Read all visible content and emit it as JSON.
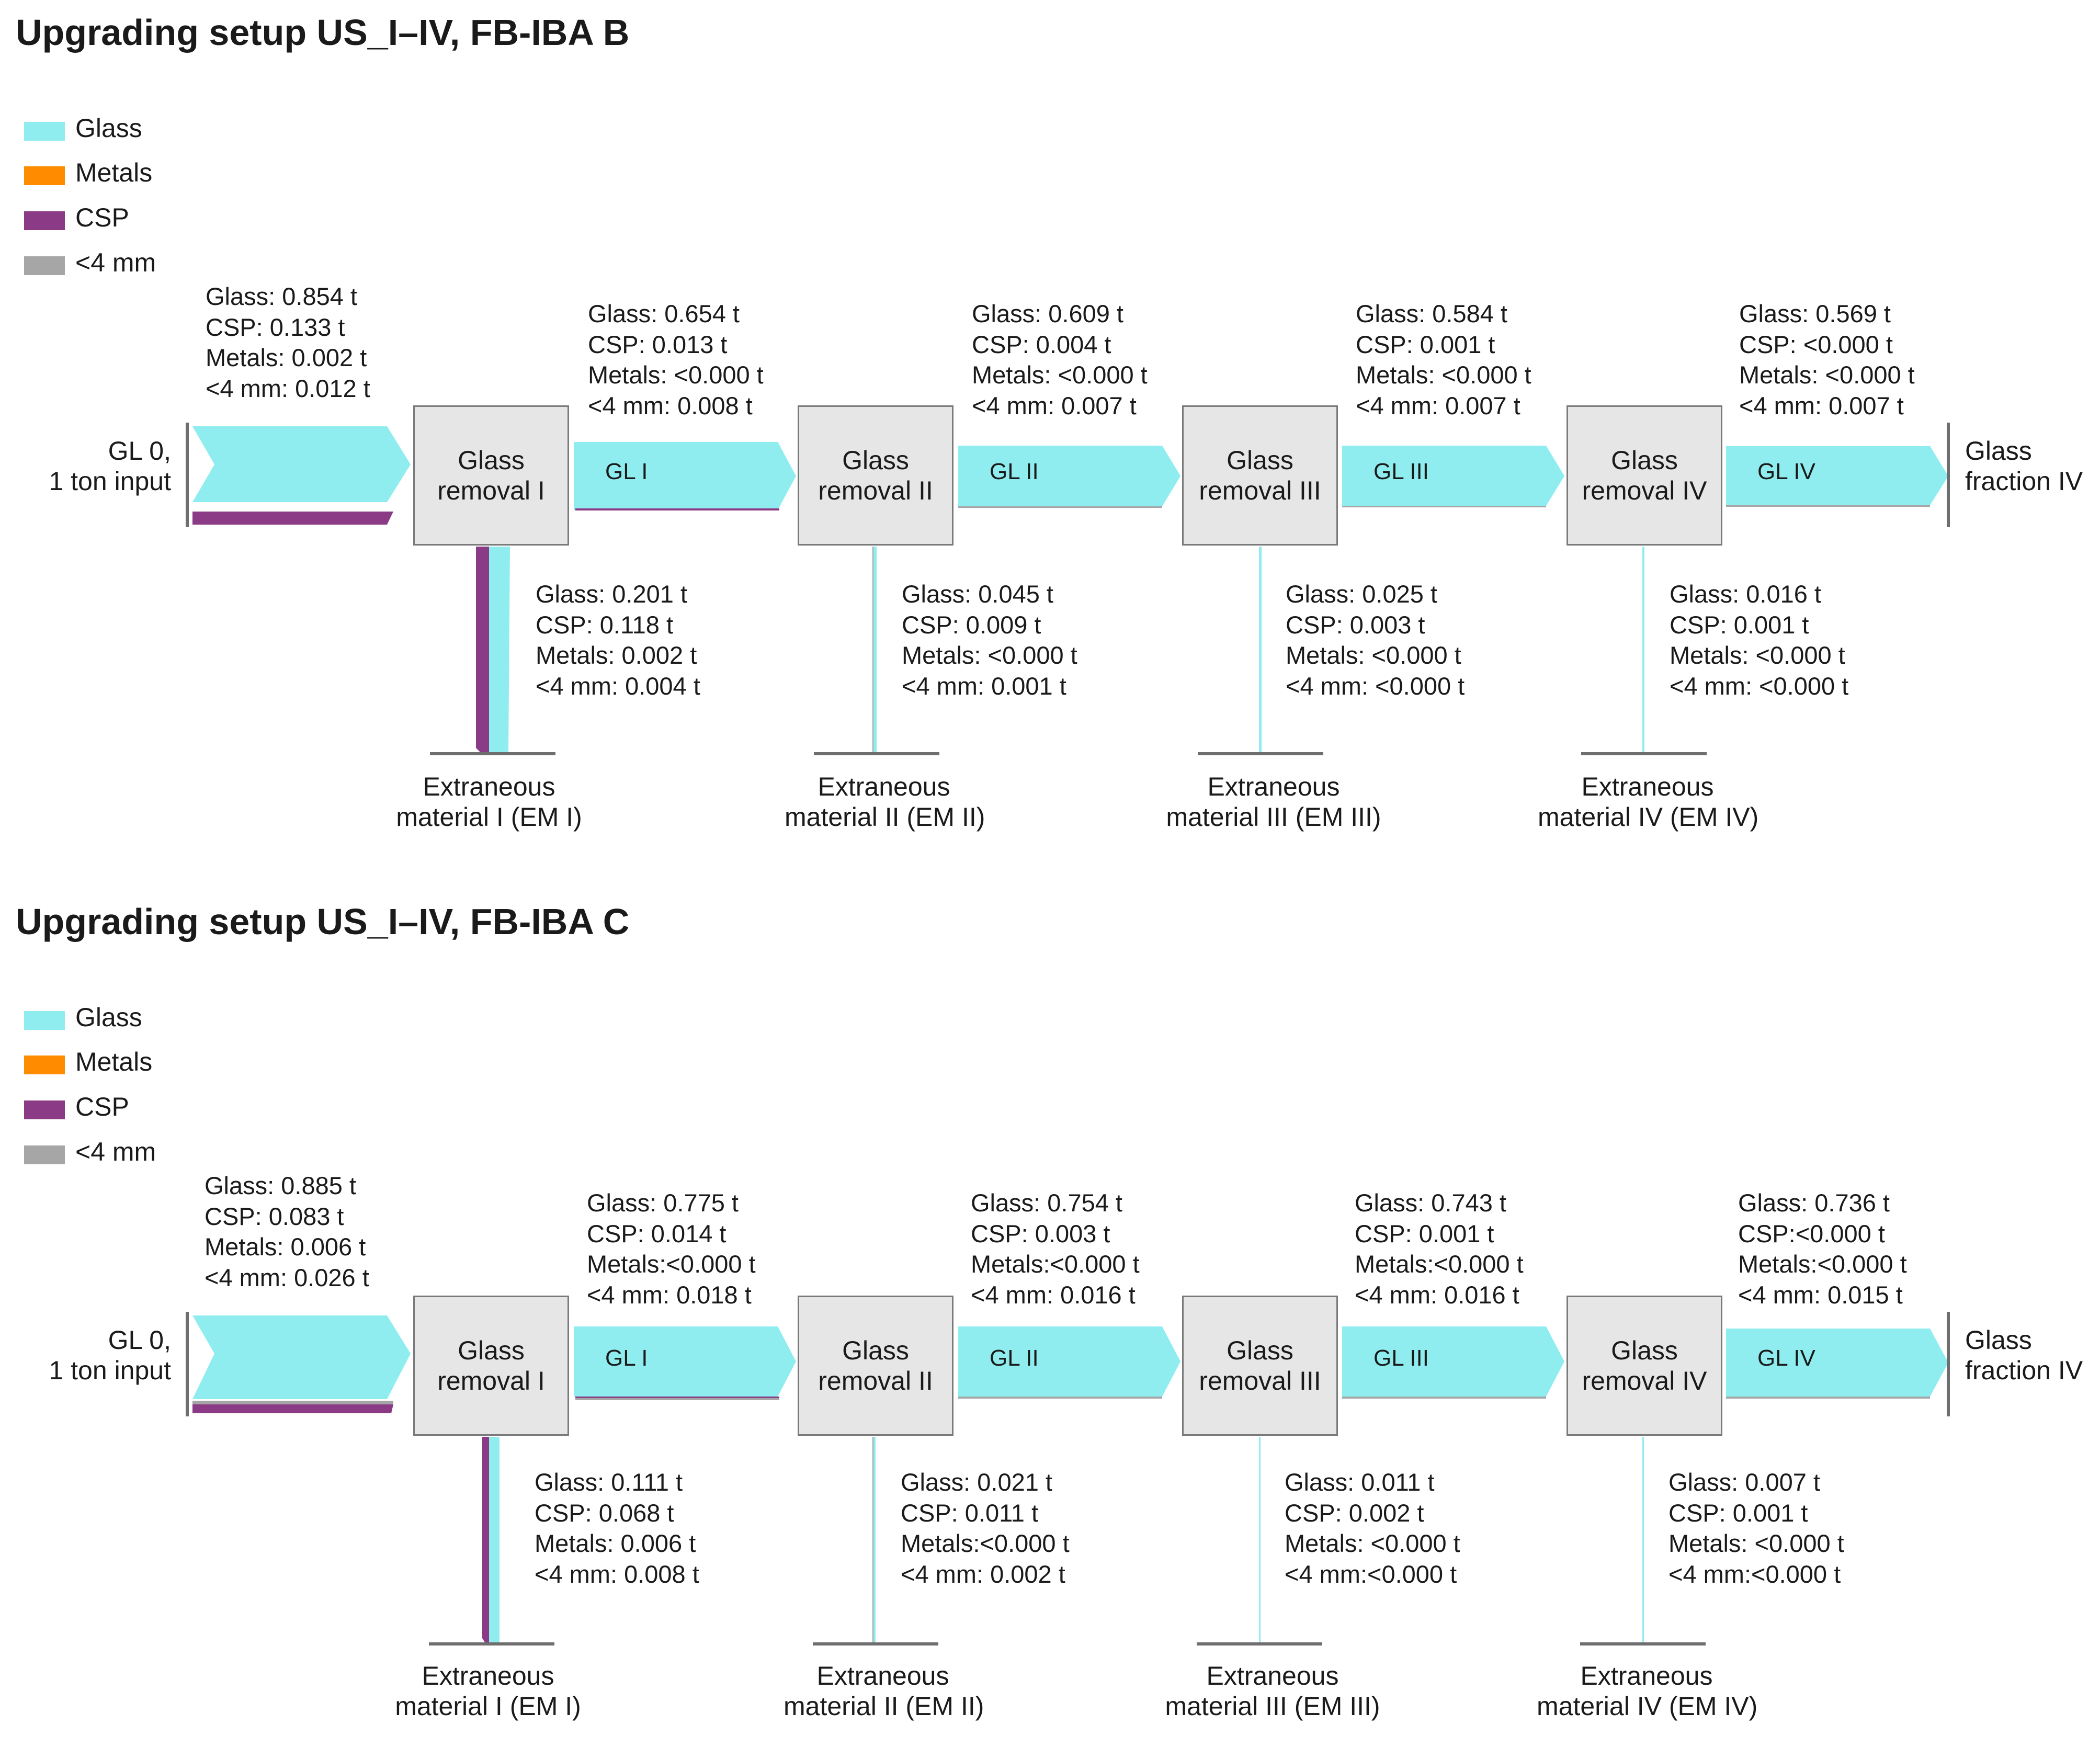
{
  "colors": {
    "glass": "#8fedf0",
    "metals": "#ff8c00",
    "csp": "#8b3b85",
    "fine": "#a6a6a6",
    "box_fill": "#e6e6e6",
    "box_border": "#7a7a7a"
  },
  "legend": [
    {
      "label": "Glass",
      "color": "#8fedf0"
    },
    {
      "label": "Metals",
      "color": "#ff8c00"
    },
    {
      "label": "CSP",
      "color": "#8b3b85"
    },
    {
      "label": "<4 mm",
      "color": "#a6a6a6"
    }
  ],
  "panels": [
    {
      "title": "Upgrading setup US_I–IV, FB-IBA B",
      "input_label": [
        "GL 0,",
        "1 ton input"
      ],
      "output_label": [
        "Glass",
        "fraction IV"
      ],
      "boxes": [
        [
          "Glass",
          "removal I"
        ],
        [
          "Glass",
          "removal II"
        ],
        [
          "Glass",
          "removal III"
        ],
        [
          "Glass",
          "removal IV"
        ]
      ],
      "stream_labels": [
        "GL I",
        "GL II",
        "GL III",
        "GL IV"
      ],
      "input": [
        "Glass: 0.854 t",
        "CSP: 0.133 t",
        "Metals: 0.002 t",
        "<4 mm: 0.012 t"
      ],
      "streams": [
        [
          "Glass: 0.654 t",
          "CSP: 0.013 t",
          "Metals: <0.000 t",
          "<4 mm: 0.008 t"
        ],
        [
          "Glass: 0.609 t",
          "CSP: 0.004 t",
          "Metals: <0.000 t",
          "<4 mm: 0.007 t"
        ],
        [
          "Glass: 0.584 t",
          "CSP: 0.001 t",
          "Metals: <0.000 t",
          "<4 mm: 0.007 t"
        ],
        [
          "Glass: 0.569 t",
          "CSP: <0.000 t",
          "Metals: <0.000 t",
          "<4 mm: 0.007 t"
        ]
      ],
      "extraneous": [
        [
          "Glass: 0.201 t",
          "CSP: 0.118 t",
          "Metals: 0.002 t",
          "<4 mm: 0.004 t"
        ],
        [
          "Glass: 0.045 t",
          "CSP: 0.009 t",
          "Metals: <0.000 t",
          "<4 mm: 0.001 t"
        ],
        [
          "Glass: 0.025 t",
          "CSP: 0.003 t",
          "Metals: <0.000 t",
          "<4 mm: <0.000 t"
        ],
        [
          "Glass: 0.016 t",
          "CSP: 0.001 t",
          "Metals: <0.000 t",
          "<4 mm: <0.000 t"
        ]
      ],
      "em_labels": [
        [
          "Extraneous",
          "material I (EM I)"
        ],
        [
          "Extraneous",
          "material II (EM II)"
        ],
        [
          "Extraneous",
          "material III (EM III)"
        ],
        [
          "Extraneous",
          "material IV (EM IV)"
        ]
      ],
      "flow_values": {
        "input": {
          "glass": 0.854,
          "csp": 0.133
        },
        "streams": [
          {
            "glass": 0.654,
            "csp": 0.013
          },
          {
            "glass": 0.609,
            "csp": 0.004
          },
          {
            "glass": 0.584,
            "csp": 0.001
          },
          {
            "glass": 0.569,
            "csp": 0.0
          }
        ],
        "extraneous": [
          {
            "glass": 0.201,
            "csp": 0.118
          },
          {
            "glass": 0.045,
            "csp": 0.009
          },
          {
            "glass": 0.025,
            "csp": 0.003
          },
          {
            "glass": 0.016,
            "csp": 0.001
          }
        ]
      }
    },
    {
      "title": "Upgrading setup US_I–IV, FB-IBA C",
      "input_label": [
        "GL 0,",
        "1 ton input"
      ],
      "output_label": [
        "Glass",
        "fraction IV"
      ],
      "boxes": [
        [
          "Glass",
          "removal I"
        ],
        [
          "Glass",
          "removal II"
        ],
        [
          "Glass",
          "removal III"
        ],
        [
          "Glass",
          "removal IV"
        ]
      ],
      "stream_labels": [
        "GL I",
        "GL II",
        "GL III",
        "GL IV"
      ],
      "input": [
        "Glass: 0.885 t",
        "CSP: 0.083 t",
        "Metals: 0.006 t",
        "<4 mm: 0.026 t"
      ],
      "streams": [
        [
          "Glass: 0.775 t",
          "CSP: 0.014 t",
          "Metals:<0.000 t",
          "<4 mm: 0.018 t"
        ],
        [
          "Glass: 0.754 t",
          "CSP: 0.003 t",
          "Metals:<0.000 t",
          "<4 mm: 0.016 t"
        ],
        [
          "Glass: 0.743 t",
          "CSP: 0.001 t",
          "Metals:<0.000 t",
          "<4 mm: 0.016 t"
        ],
        [
          "Glass: 0.736 t",
          "CSP:<0.000 t",
          "Metals:<0.000 t",
          "<4 mm: 0.015 t"
        ]
      ],
      "extraneous": [
        [
          "Glass: 0.111 t",
          "CSP: 0.068 t",
          "Metals: 0.006 t",
          "<4 mm: 0.008 t"
        ],
        [
          "Glass: 0.021 t",
          "CSP: 0.011 t",
          "Metals:<0.000 t",
          "<4 mm: 0.002 t"
        ],
        [
          "Glass: 0.011 t",
          "CSP: 0.002 t",
          "Metals: <0.000 t",
          "<4 mm:<0.000 t"
        ],
        [
          "Glass: 0.007 t",
          "CSP: 0.001 t",
          "Metals: <0.000 t",
          "<4 mm:<0.000 t"
        ]
      ],
      "em_labels": [
        [
          "Extraneous",
          "material I (EM I)"
        ],
        [
          "Extraneous",
          "material II (EM II)"
        ],
        [
          "Extraneous",
          "material III (EM III)"
        ],
        [
          "Extraneous",
          "material IV (EM IV)"
        ]
      ],
      "flow_values": {
        "input": {
          "glass": 0.885,
          "csp": 0.083
        },
        "streams": [
          {
            "glass": 0.775,
            "csp": 0.014
          },
          {
            "glass": 0.754,
            "csp": 0.003
          },
          {
            "glass": 0.743,
            "csp": 0.001
          },
          {
            "glass": 0.736,
            "csp": 0.0
          }
        ],
        "extraneous": [
          {
            "glass": 0.111,
            "csp": 0.068
          },
          {
            "glass": 0.021,
            "csp": 0.011
          },
          {
            "glass": 0.011,
            "csp": 0.002
          },
          {
            "glass": 0.007,
            "csp": 0.001
          }
        ]
      }
    }
  ]
}
